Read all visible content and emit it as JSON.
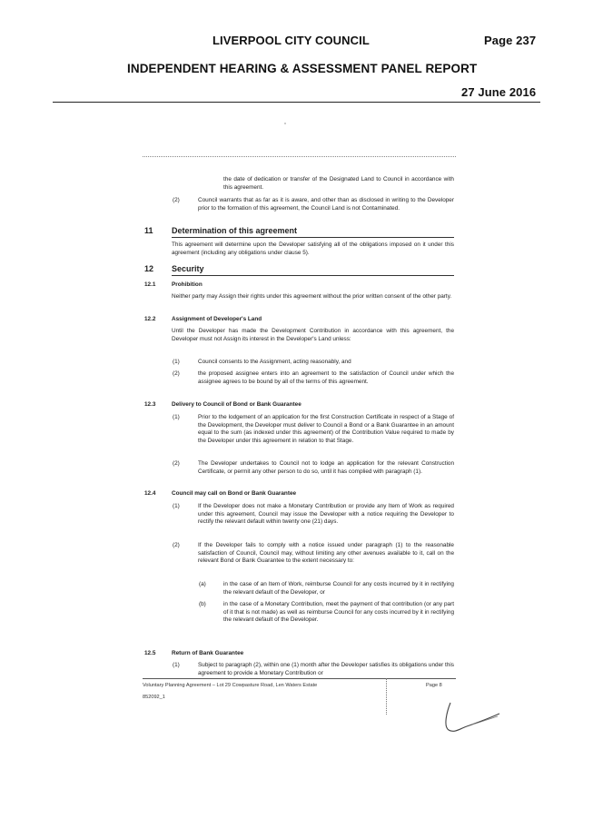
{
  "header": {
    "council": "LIVERPOOL CITY COUNCIL",
    "page": "Page 237",
    "report": "INDEPENDENT HEARING & ASSESSMENT PANEL REPORT",
    "date": "27 June 2016"
  },
  "body": {
    "p_cont": "the date of dedication or transfer of the Designated Land to Council in accordance with this agreement.",
    "p2_num": "(2)",
    "p2": "Council warrants that as far as it is aware, and other than as disclosed in writing to the Developer prior to the formation of this agreement, the Council Land is not Contaminated.",
    "s11_num": "11",
    "s11_title": "Determination of this agreement",
    "s11_text": "This agreement will determine upon the Developer satisfying all of the obligations imposed on it under this agreement (including any obligations under clause 5).",
    "s12_num": "12",
    "s12_title": "Security",
    "s121_num": "12.1",
    "s121_title": "Prohibition",
    "s121_text": "Neither party may Assign their rights under this agreement without the prior written consent of the other party.",
    "s122_num": "12.2",
    "s122_title": "Assignment of Developer's Land",
    "s122_text": "Until the Developer has made the Development Contribution in accordance with this agreement, the Developer must not Assign its interest in the Developer's Land unless:",
    "s122_1_num": "(1)",
    "s122_1": "Council consents to the Assignment, acting reasonably, and",
    "s122_2_num": "(2)",
    "s122_2": "the proposed assignee enters into an agreement to the satisfaction of Council under which the assignee agrees to be bound by all of the terms of this agreement.",
    "s123_num": "12.3",
    "s123_title": "Delivery to Council of Bond or Bank Guarantee",
    "s123_1_num": "(1)",
    "s123_1": "Prior to the lodgement of an application for the first Construction Certificate in respect of a Stage of the Development, the Developer must deliver to Council a Bond or a Bank Guarantee in an amount equal to the sum (as indexed under this agreement) of the Contribution Value required to made by the Developer under this agreement in relation to that Stage.",
    "s123_2_num": "(2)",
    "s123_2": "The Developer undertakes to Council not to lodge an application for the relevant Construction Certificate, or permit any other person to do so, until it has complied with paragraph (1).",
    "s124_num": "12.4",
    "s124_title": "Council may call on Bond or Bank Guarantee",
    "s124_1_num": "(1)",
    "s124_1": "If the Developer does not make a Monetary Contribution or provide any Item of Work as required under this agreement, Council may issue the Developer with a notice requiring the Developer to rectify the relevant default within twenty one (21) days.",
    "s124_2_num": "(2)",
    "s124_2": "If the Developer fails to comply with a notice issued under paragraph (1) to the reasonable satisfaction of Council, Council may, without limiting any other avenues available to it, call on the relevant Bond or Bank Guarantee to the extent necessary to:",
    "s124_2a_num": "(a)",
    "s124_2a": "in the case of an Item of Work, reimburse Council for any costs incurred by it in rectifying the relevant default of the Developer, or",
    "s124_2b_num": "(b)",
    "s124_2b": "in the case of a Monetary Contribution, meet the payment of that contribution (or any part of it that is not made) as well as reimburse Council for any costs incurred by it in rectifying the relevant default of the Developer.",
    "s125_num": "12.5",
    "s125_title": "Return of Bank Guarantee",
    "s125_1_num": "(1)",
    "s125_1": "Subject to paragraph (2), within one (1) month after the Developer satisfies its obligations under this agreement to provide a Monetary Contribution or"
  },
  "footer": {
    "title": "Voluntary Planning Agreement – Lot 29 Cowpasture Road, Len Waters Estate",
    "page": "Page 8",
    "ref": "852092_1"
  }
}
